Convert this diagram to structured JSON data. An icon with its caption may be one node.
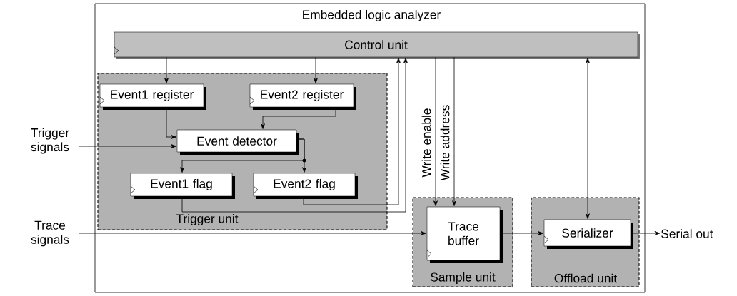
{
  "diagram": {
    "nodes": [
      {
        "text": [
          "Embedded logic analyzer"
        ]
      },
      {
        "text": [
          "Control unit"
        ],
        "in": 0
      },
      {
        "text": [
          "Trigger unit"
        ],
        "in": 0
      },
      {
        "text": [
          "Event1 register"
        ],
        "in": 2
      },
      {
        "text": [
          "Event2 register"
        ],
        "in": 2
      },
      {
        "text": [
          "Event detector"
        ],
        "in": 2
      },
      {
        "text": [
          "Event1 flag"
        ],
        "in": 2
      },
      {
        "text": [
          "Event2 flag"
        ],
        "in": 2
      },
      {
        "text": [
          "Sample unit"
        ],
        "in": 0
      },
      {
        "text": [
          "Trace buffer"
        ],
        "in": 8
      },
      {
        "text": [
          "Offload unit"
        ],
        "in": 0
      },
      {
        "text": [
          "Serializer"
        ],
        "in": 10
      },
      {
        "text": [
          "Trigger signals"
        ]
      },
      {
        "text": [
          "Trace signals"
        ]
      },
      {
        "text": [
          "Serial out"
        ]
      }
    ],
    "edges": [
      {
        "from": 1,
        "to": 3,
        "arrow": "to"
      },
      {
        "from": 1,
        "to": 4,
        "arrow": "to"
      },
      {
        "from": 3,
        "to": 5,
        "arrow": "to"
      },
      {
        "from": 4,
        "to": 5,
        "arrow": "to"
      },
      {
        "from": 12,
        "to": 5,
        "arrow": "to"
      },
      {
        "from": 5,
        "to": 6,
        "arrow": "to"
      },
      {
        "from": 5,
        "to": 7,
        "arrow": "to"
      },
      {
        "from": 6,
        "to": 1,
        "arrow": "to"
      },
      {
        "from": 7,
        "to": 1,
        "arrow": "to"
      },
      {
        "from": 1,
        "to": 9,
        "arrow": "to",
        "label": "Write enable"
      },
      {
        "from": 1,
        "to": 9,
        "arrow": "to",
        "label": "Write address"
      },
      {
        "from": 13,
        "to": 9,
        "arrow": "to"
      },
      {
        "from": 9,
        "to": 11,
        "arrow": "to"
      },
      {
        "from": 1,
        "to": 11,
        "arrow": "both"
      },
      {
        "from": 11,
        "to": 14,
        "arrow": "to"
      }
    ]
  }
}
